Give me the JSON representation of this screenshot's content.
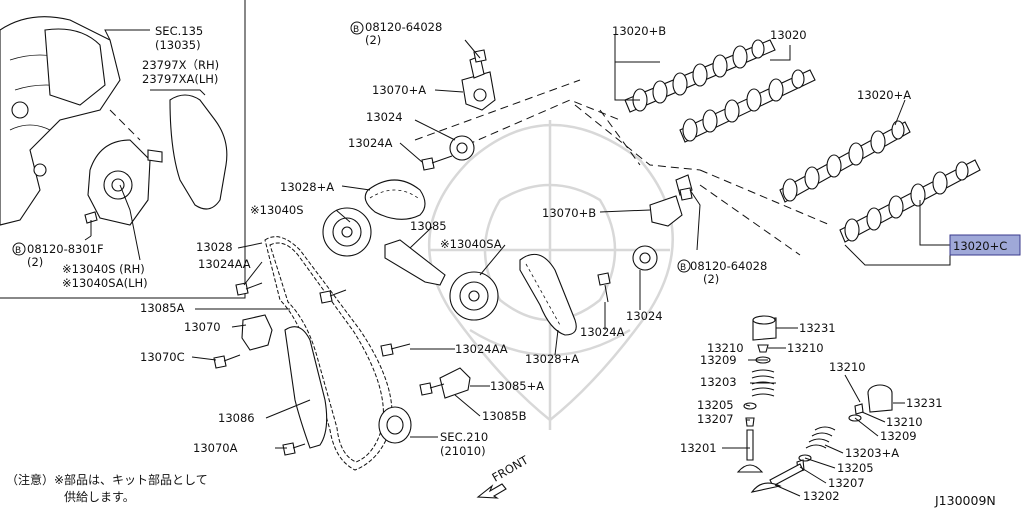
{
  "diagram_id": "J130009N",
  "note": {
    "prefix": "（注意）※部品は、キット部品として",
    "line2": "供給します。"
  },
  "front_label": "FRONT",
  "highlight_label": "13020+C",
  "labels": {
    "sec135": "SEC.135",
    "sec135_sub": "(13035)",
    "p23797x": "23797X（RH)",
    "p23797xa": "23797XA(LH)",
    "bolt_top": "08120-64028",
    "bolt_top_qty": "(2)",
    "bolt_mid": "08120-64028",
    "bolt_mid_qty": "(2)",
    "bolt_left": "08120-8301F",
    "bolt_left_qty": "(2)",
    "p13040s_kit": "※13040S (RH)",
    "p13040sa_kit": "※13040SA(LH)",
    "p13020b": "13020+B",
    "p13020": "13020",
    "p13020a": "13020+A",
    "p13070a_top": "13070+A",
    "p13024": "13024",
    "p13024a": "13024A",
    "p13028a": "13028+A",
    "p13040s": "※13040S",
    "p13085": "13085",
    "p13040sa": "※13040SA",
    "p13070b": "13070+B",
    "p13028": "13028",
    "p13024aa": "13024AA",
    "p13085a": "13085A",
    "p13070": "13070",
    "p13070c": "13070C",
    "p13086": "13086",
    "p13070a": "13070A",
    "p13024aa_2": "13024AA",
    "p13085pa": "13085+A",
    "p13085b": "13085B",
    "sec210": "SEC.210",
    "sec210_sub": "(21010)",
    "p13028pa": "13028+A",
    "p13024a_2": "13024A",
    "p13024_2": "13024",
    "p13231": "13231",
    "p13210": "13210",
    "p13209": "13209",
    "p13203": "13203",
    "p13205": "13205",
    "p13207": "13207",
    "p13201": "13201",
    "p13210_r1": "13210",
    "p13231_r": "13231",
    "p13210_r2": "13210",
    "p13209_r": "13209",
    "p13203a": "13203+A",
    "p13205_r": "13205",
    "p13207_r": "13207",
    "p13202": "13202"
  }
}
